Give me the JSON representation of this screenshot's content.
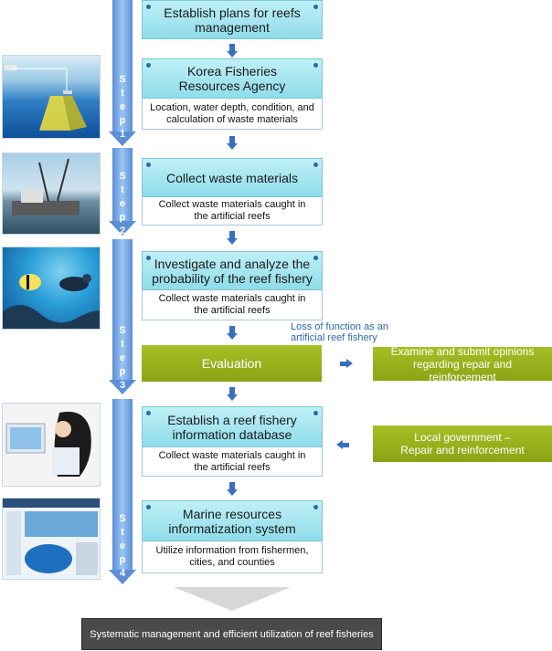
{
  "steps": {
    "step1": "S\nt\ne\np\n1",
    "step2": "S\nt\ne\np\n2",
    "step3": "S\nt\ne\np\n3",
    "step4": "S\nt\ne\np\n4"
  },
  "boxes": {
    "plans": "Establish plans for reefs management",
    "agency_title": "Korea Fisheries Resources Agency",
    "agency_desc": "Location, water depth, condition, and calculation of waste materials",
    "collect_title": "Collect waste materials",
    "collect_desc": "Collect waste materials caught in the artificial reefs",
    "investigate_title": "Investigate and analyze the probability of the reef fishery",
    "investigate_desc": "Collect waste materials caught in the artificial reefs",
    "evaluation": "Evaluation",
    "database_title": "Establish a reef fishery information database",
    "database_desc": "Collect waste materials caught in the artificial reefs",
    "marine_title": "Marine resources informatization system",
    "marine_desc": "Utilize information from fishermen, cities, and counties"
  },
  "side": {
    "loss_label": "Loss of function as an\nartificial reef fishery",
    "examine": "Examine and submit opinions regarding repair and reinforcement",
    "local_gov": "Local government –\nRepair and reinforcement"
  },
  "bottom": {
    "result": "Systematic management and efficient utilization of reef fisheries"
  },
  "colors": {
    "step_arrow": "#5b8fd8",
    "box_title": "#9fe2ee",
    "green": "#8aa414",
    "bottom_bar": "#4a4a4a",
    "loss_text": "#2a6aa8"
  }
}
